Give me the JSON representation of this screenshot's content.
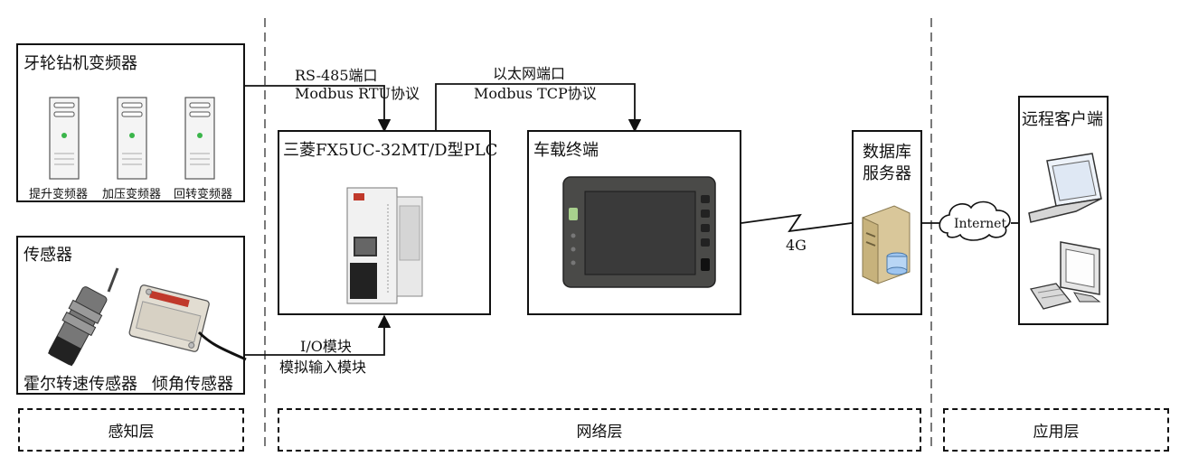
{
  "inverter_box": {
    "title": "牙轮钻机变频器",
    "units": [
      "提升变频器",
      "加压变频器",
      "回转变频器"
    ]
  },
  "sensor_box": {
    "title": "传感器",
    "hall_label": "霍尔转速传感器",
    "tilt_label": "倾角传感器"
  },
  "plc_box": {
    "title": "三菱FX5UC-32MT/D型PLC"
  },
  "terminal_box": {
    "title": "车载终端"
  },
  "db_box": {
    "title_line1": "数据库",
    "title_line2": "服务器"
  },
  "client_box": {
    "title": "远程客户端"
  },
  "connections": {
    "rs485_line1": "RS-485端口",
    "rs485_line2": "Modbus RTU协议",
    "eth_line1": "以太网端口",
    "eth_line2": "Modbus TCP协议",
    "io_line1": "I/O模块",
    "io_line2": "模拟输入模块",
    "wireless": "4G",
    "internet": "Internet"
  },
  "layers": {
    "perception": "感知层",
    "network": "网络层",
    "application": "应用层"
  }
}
